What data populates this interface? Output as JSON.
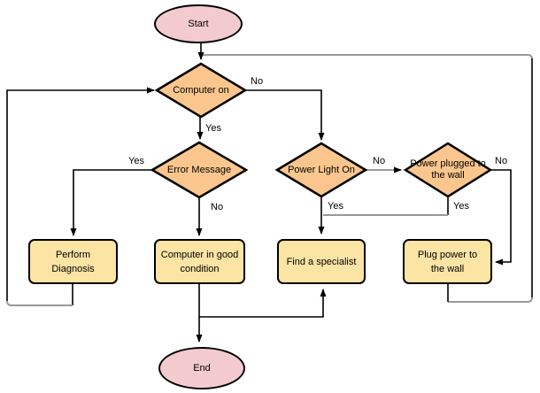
{
  "flowchart": {
    "nodes": {
      "start": "Start",
      "computer_on": "Computer on",
      "error_message": "Error Message",
      "power_light_on": "Power Light On",
      "power_plugged": "Power plugged to the wall",
      "perform_diagnosis": "Perform Diagnosis",
      "good_condition": "Computer in good condition",
      "find_specialist": "Find a specialist",
      "plug_power": "Plug power to the wall",
      "end": "End"
    },
    "edge_labels": {
      "computer_on_no": "No",
      "computer_on_yes": "Yes",
      "error_yes": "Yes",
      "error_no": "No",
      "power_light_no": "No",
      "power_light_yes": "Yes",
      "power_plugged_no": "No",
      "power_plugged_yes": "Yes"
    },
    "colors": {
      "terminator_fill": "#f3cbce",
      "decision_fill": "#fbc68d",
      "process_fill": "#fce4a4",
      "line": "#000000",
      "line_gray": "#999999"
    }
  }
}
